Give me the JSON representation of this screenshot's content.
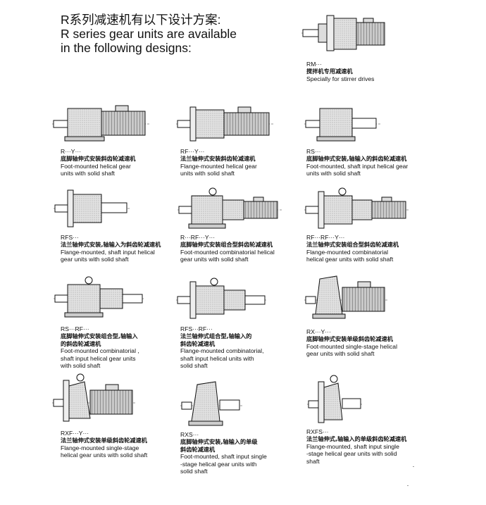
{
  "heading": {
    "zh": "R系列减速机有以下设计方案:",
    "en_line1": "R series gear units are available",
    "en_line2": "in the following designs:"
  },
  "designs": [
    {
      "code": "RM···",
      "zh": [
        "搅拌机专用减速机"
      ],
      "en": [
        "Specially for stirrer drives"
      ]
    },
    {
      "code": "R···Y···",
      "zh": [
        "底脚轴伸式安装斜齿轮减速机"
      ],
      "en": [
        "Foot-mounted helical gear",
        "units with solid shaft"
      ]
    },
    {
      "code": "RF···Y···",
      "zh": [
        "法兰轴伸式安装斜齿轮减速机"
      ],
      "en": [
        "Flange-mounted helical gear",
        "units with solid shaft"
      ]
    },
    {
      "code": "RS···",
      "zh": [
        "底脚轴伸式安装,轴输入的斜齿轮减速机"
      ],
      "en": [
        "Foot-mounted, shaft input helical gear",
        "units with solid shaft"
      ]
    },
    {
      "code": "RFS···",
      "zh": [
        "法兰轴伸式安装,轴输入为斜齿轮减速机"
      ],
      "en": [
        "Flange-mounted, shaft  input helical",
        "gear units with solid shaft"
      ]
    },
    {
      "code": "R···RF···Y···",
      "zh": [
        "底脚轴伸式安装组合型斜齿轮减速机"
      ],
      "en": [
        "Foot-mounted combinatorial helical",
        "gear units with solid shaft"
      ]
    },
    {
      "code": "RF···RF···Y···",
      "zh": [
        "法兰轴伸式安装组合型斜齿轮减速机"
      ],
      "en": [
        "Flange-mounted combinatorial",
        "helical gear units with solid shaft"
      ]
    },
    {
      "code": "RS···RF···",
      "zh": [
        "底脚轴伸式安装组合型,轴输入",
        "的斜齿轮减速机"
      ],
      "en": [
        "Foot-mounted combinatorial ,",
        "shaft input helical gear units",
        "with solid shaft"
      ]
    },
    {
      "code": "RFS···RF···",
      "zh": [
        "法兰轴伸式组合型,轴输入的",
        "斜齿轮减速机"
      ],
      "en": [
        "Flange-mounted combinatorial,",
        "shaft input helical units with",
        "solid shaft"
      ]
    },
    {
      "code": "RX···Y···",
      "zh": [
        "底脚轴伸式安装单级斜齿轮减速机"
      ],
      "en": [
        "Foot-mounted single-stage helical",
        "gear units with solid shaft"
      ]
    },
    {
      "code": "RXF···Y···",
      "zh": [
        "法兰轴伸式安装单级斜齿轮减速机"
      ],
      "en": [
        "Flange-mounted single-stage",
        "helical gear units with solid shaft"
      ]
    },
    {
      "code": "RXS···",
      "zh": [
        "底脚轴伸式安装,轴输入的单级",
        "斜齿轮减速机"
      ],
      "en": [
        "Foot-mounted, shaft input single",
        "-stage helical gear units with",
        "solid shaft"
      ]
    },
    {
      "code": "RXFS···",
      "zh": [
        "法兰轴伸式,轴输入的单级斜齿轮减速机"
      ],
      "en": [
        "Flange-mounted, shaft input single",
        "-stage helical gear units with solid",
        "shaft"
      ]
    }
  ]
}
